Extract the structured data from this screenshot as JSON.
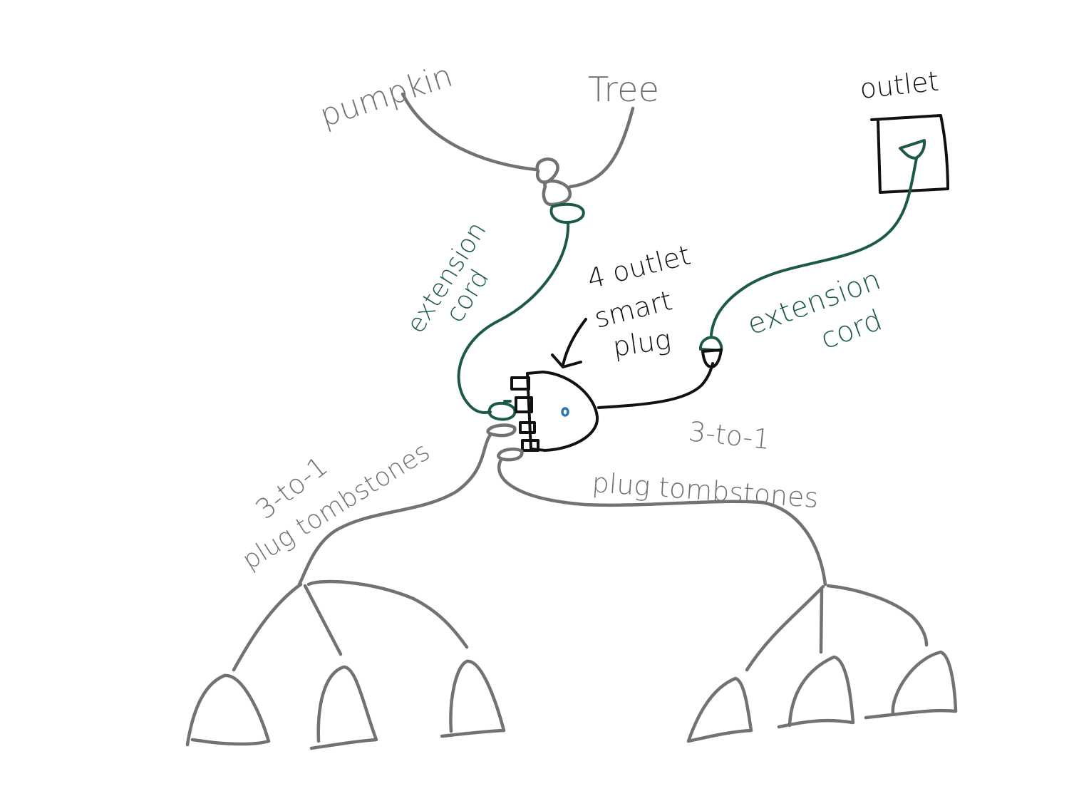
{
  "diagram": {
    "type": "hand-drawn wiring diagram",
    "colors": {
      "gray_ink": "#727272",
      "green_ink": "#1d5a43",
      "black_ink": "#111111",
      "blue_ink": "#2e77b3",
      "background": "#ffffff"
    },
    "labels": {
      "pumpkin": "pumpkin",
      "tree": "Tree",
      "outlet": "outlet",
      "extension_cord_left_line1": "extension",
      "extension_cord_left_line2": "cord",
      "extension_cord_right_line1": "extension",
      "extension_cord_right_line2": "cord",
      "smart_plug_line1": "4 outlet",
      "smart_plug_line2": "smart",
      "smart_plug_line3": "plug",
      "tombstones_left_line1": "3-to-1",
      "tombstones_left_line2": "plug tombstones",
      "tombstones_right_line1": "3-to-1",
      "tombstones_right_line2": "plug tombstones"
    },
    "nodes": [
      {
        "id": "pumpkin",
        "label": "pumpkin",
        "color": "gray"
      },
      {
        "id": "tree",
        "label": "Tree",
        "color": "gray"
      },
      {
        "id": "wall-outlet",
        "label": "outlet",
        "color": "black"
      },
      {
        "id": "smart-plug",
        "label": "4 outlet smart plug",
        "color": "black",
        "outlets": 4
      },
      {
        "id": "left-tombstones",
        "label": "3-to-1 plug tombstones",
        "color": "gray",
        "count": 3
      },
      {
        "id": "right-tombstones",
        "label": "3-to-1 plug tombstones",
        "color": "gray",
        "count": 3
      }
    ],
    "edges": [
      {
        "from": "wall-outlet",
        "to": "smart-plug",
        "via": "extension cord",
        "color": "green"
      },
      {
        "from": "smart-plug",
        "to": "pumpkin",
        "via": "extension cord",
        "color": "green"
      },
      {
        "from": "smart-plug",
        "to": "tree",
        "via": "extension cord",
        "color": "green"
      },
      {
        "from": "smart-plug",
        "to": "left-tombstones",
        "color": "gray"
      },
      {
        "from": "smart-plug",
        "to": "right-tombstones",
        "color": "gray"
      }
    ]
  }
}
